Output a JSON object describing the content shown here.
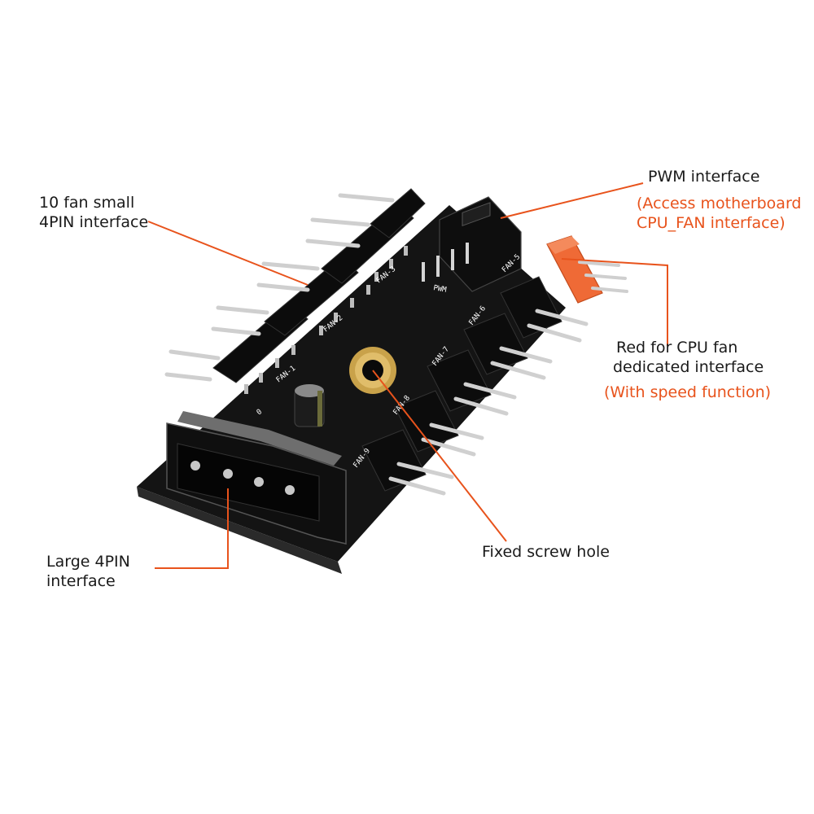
{
  "colors": {
    "accent": "#e8531c",
    "pcb": "#141414",
    "header_red": "#ef6a36",
    "brass": "#c9a24a"
  },
  "callouts": {
    "fan_small": {
      "line1": "10 fan small",
      "line2": "4PIN interface"
    },
    "pwm": {
      "title": "PWM interface",
      "note1": "(Access motherboard",
      "note2": "CPU_FAN interface)"
    },
    "cpu": {
      "line1": "Red for CPU fan",
      "line2": "dedicated interface",
      "note": "(With speed function)"
    },
    "screw": {
      "text": "Fixed screw hole"
    },
    "large": {
      "line1": "Large 4PIN",
      "line2": "interface"
    }
  },
  "board": {
    "fan_labels": [
      "FAN-1",
      "FAN-2",
      "FAN-3",
      "FAN-5",
      "FAN-6",
      "FAN-7",
      "FAN-8",
      "FAN-9"
    ],
    "pwm_label": "PWM",
    "corner_label": "0"
  }
}
